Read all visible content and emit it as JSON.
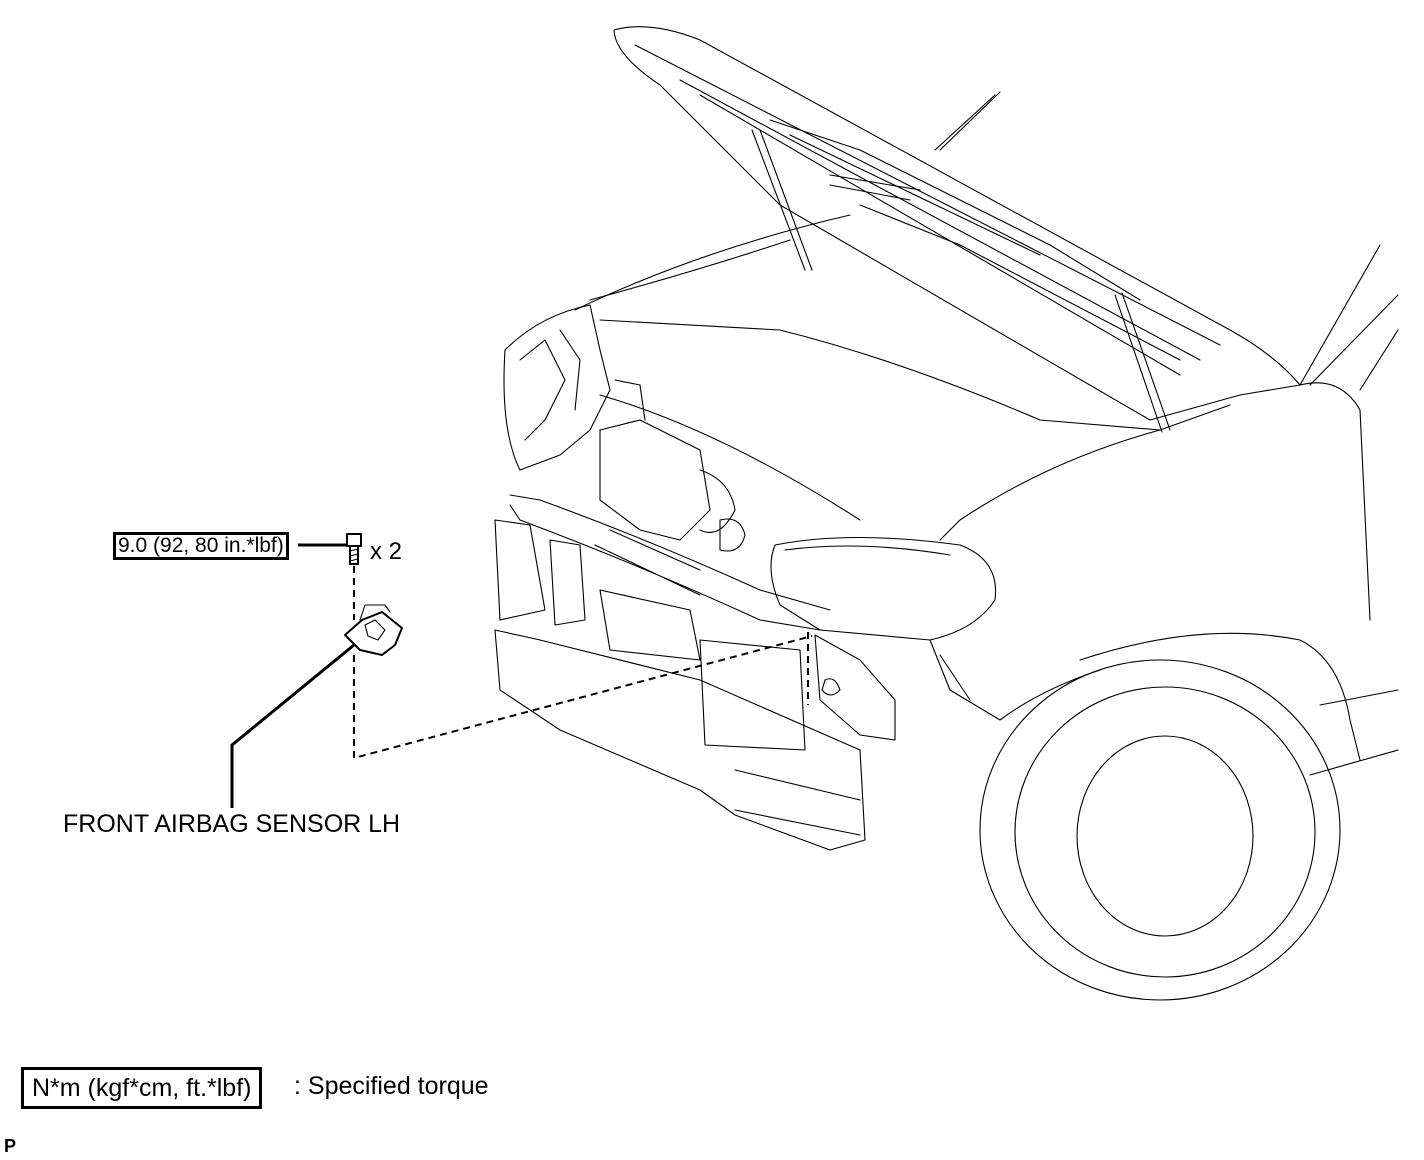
{
  "callouts": {
    "torque_value": "9.0 (92, 80 in.*lbf)",
    "quantity": "x 2",
    "part_name": "FRONT AIRBAG SENSOR LH"
  },
  "legend": {
    "unit_box": "N*m (kgf*cm, ft.*lbf)",
    "unit_desc": ": Specified torque"
  },
  "corner_mark": "P"
}
